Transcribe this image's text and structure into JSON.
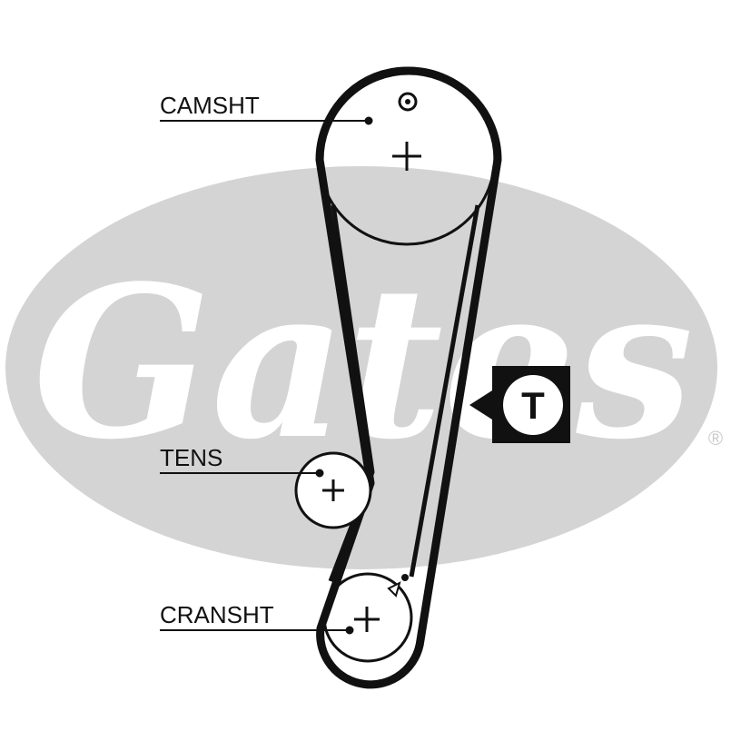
{
  "labels": {
    "camshaft": "CAMSHT",
    "tensioner": "TENS",
    "crankshaft": "CRANSHT"
  },
  "tension_marker": {
    "letter": "T"
  },
  "watermark": {
    "brand": "Gates",
    "registered_mark": "®"
  },
  "colors": {
    "ink": "#111111",
    "watermark_fill": "#d4d4d4",
    "background": "#ffffff"
  }
}
